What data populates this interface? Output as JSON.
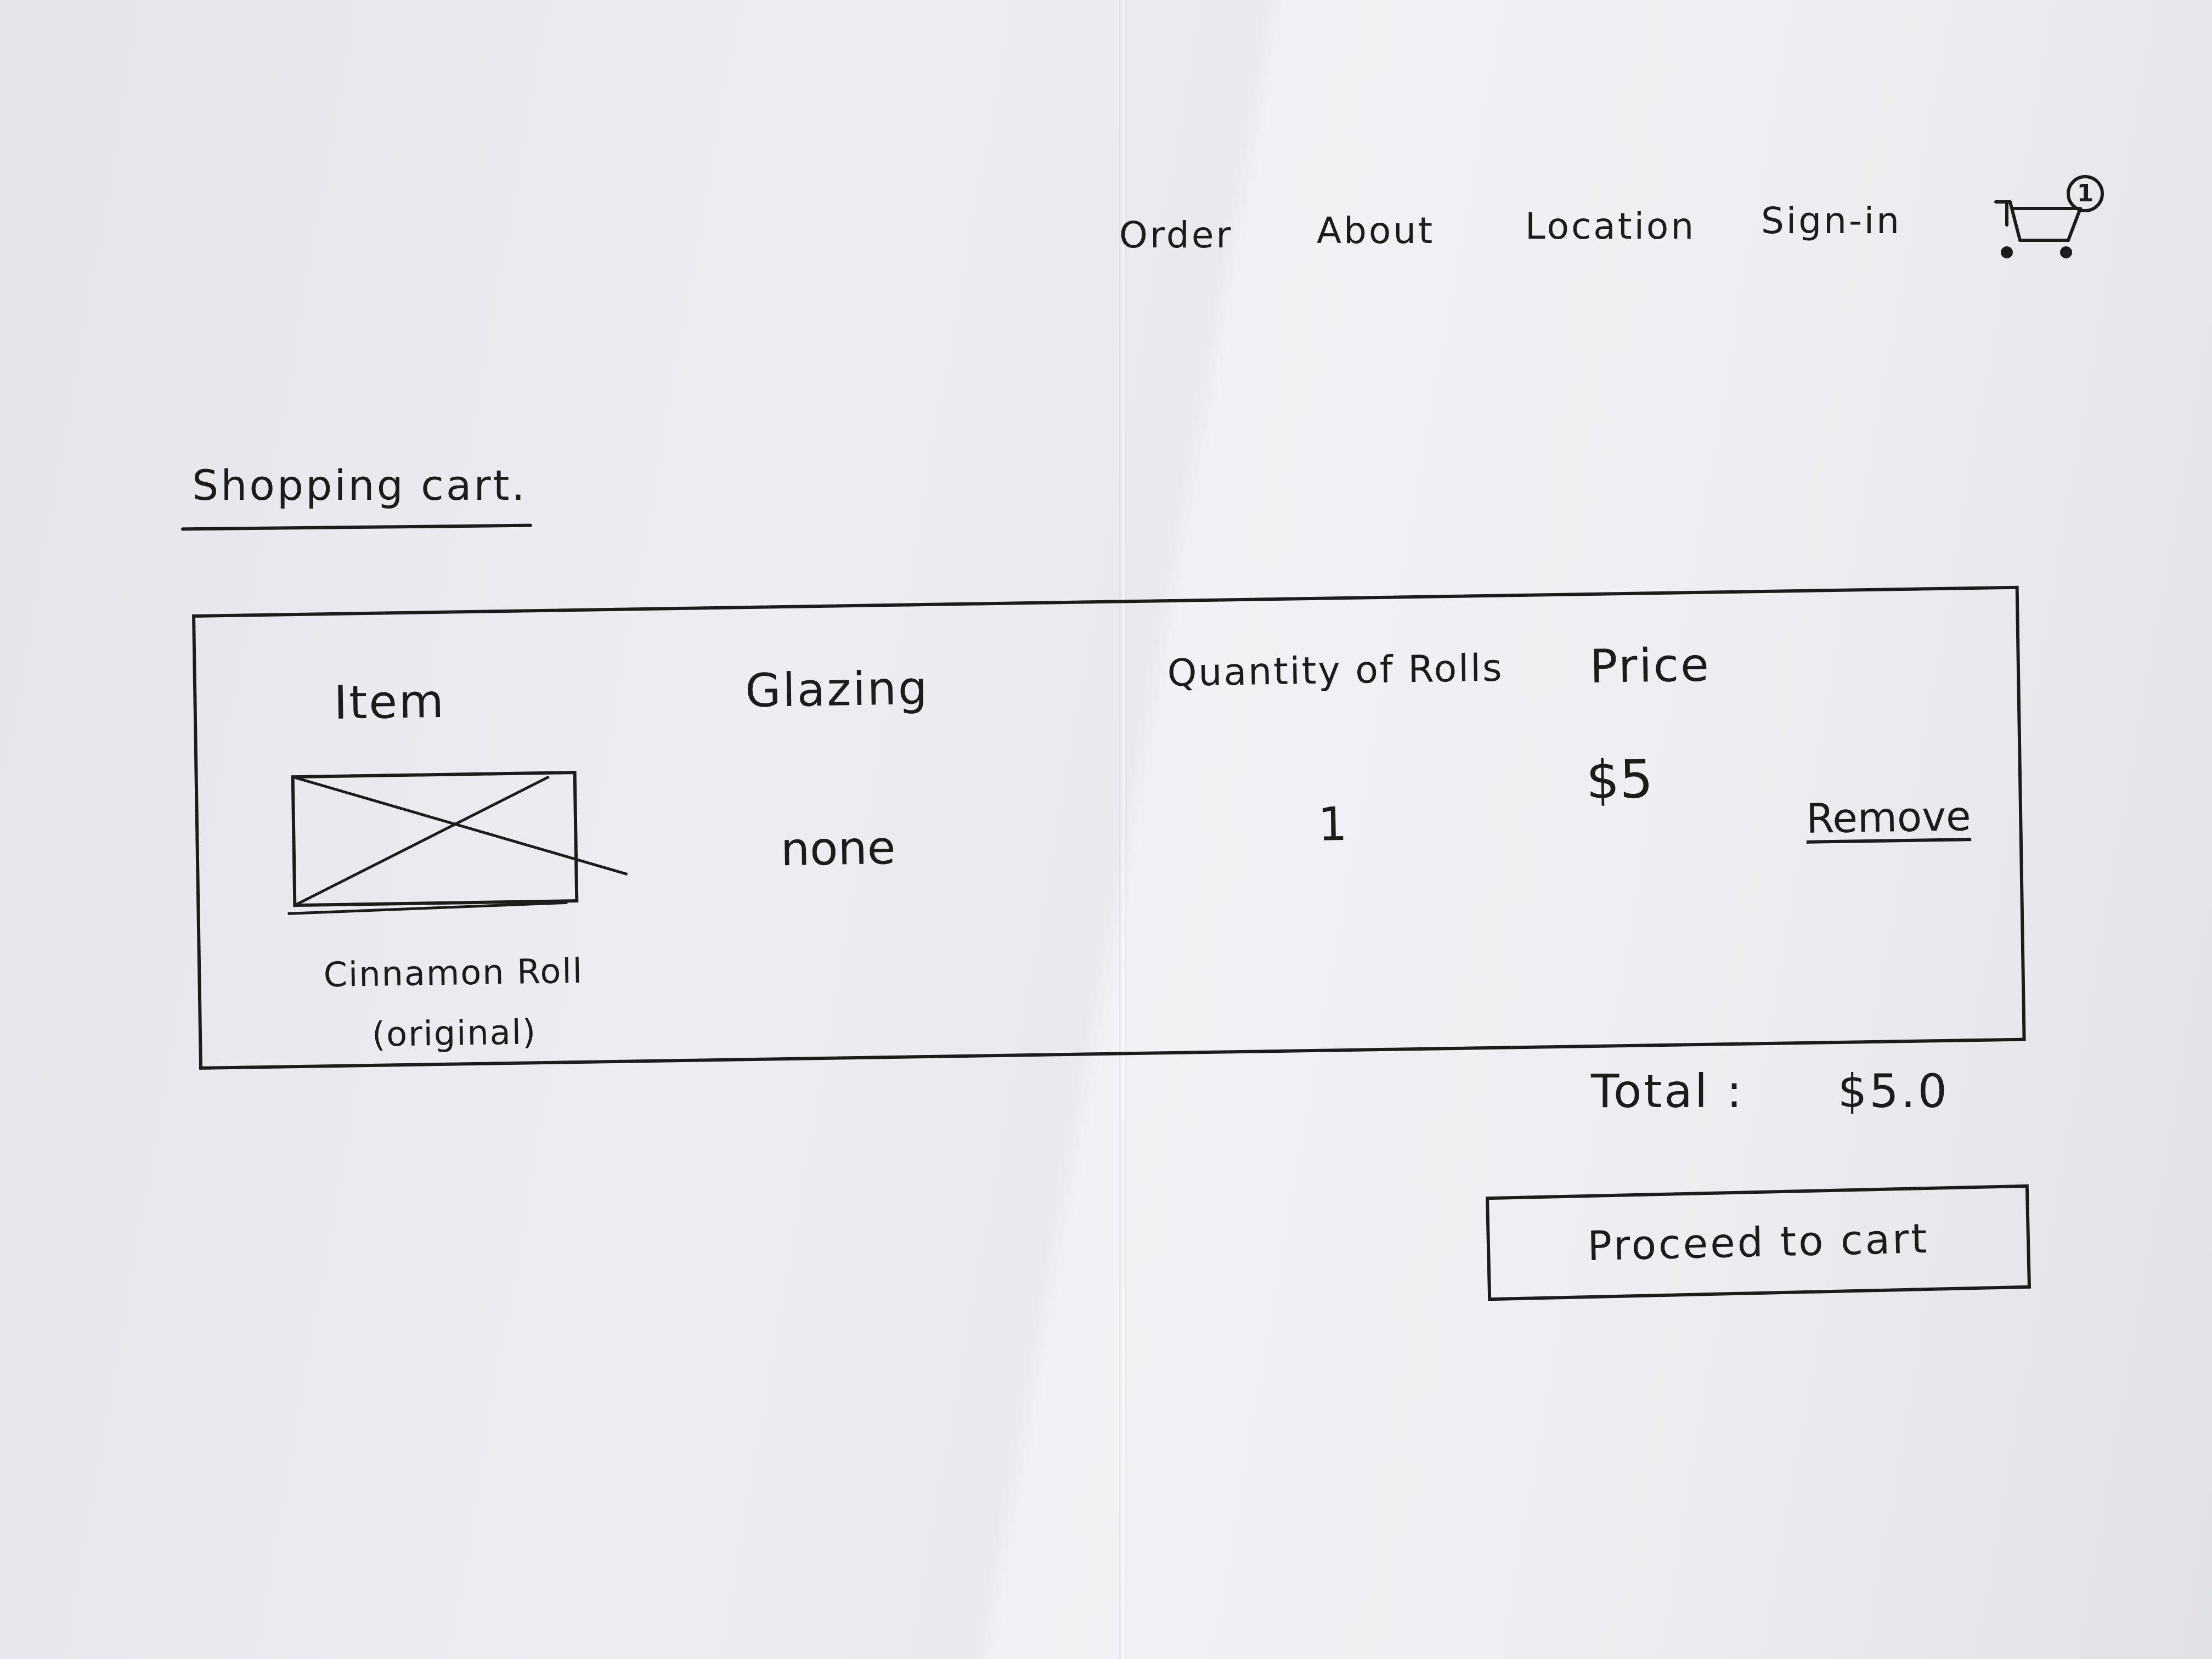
{
  "nav": {
    "items": [
      "Order",
      "About",
      "Location",
      "Sign-in"
    ],
    "cart_count": "1"
  },
  "page": {
    "title": "Shopping cart."
  },
  "cart": {
    "columns": {
      "item": "Item",
      "glazing": "Glazing",
      "quantity": "Quantity of Rolls",
      "price": "Price"
    },
    "rows": [
      {
        "name": "Cinnamon Roll (original)",
        "glazing": "none",
        "quantity": "1",
        "price": "$5",
        "remove_label": "Remove"
      }
    ],
    "total_label": "Total :",
    "total_value": "$5.0",
    "checkout_label": "Proceed to cart"
  }
}
